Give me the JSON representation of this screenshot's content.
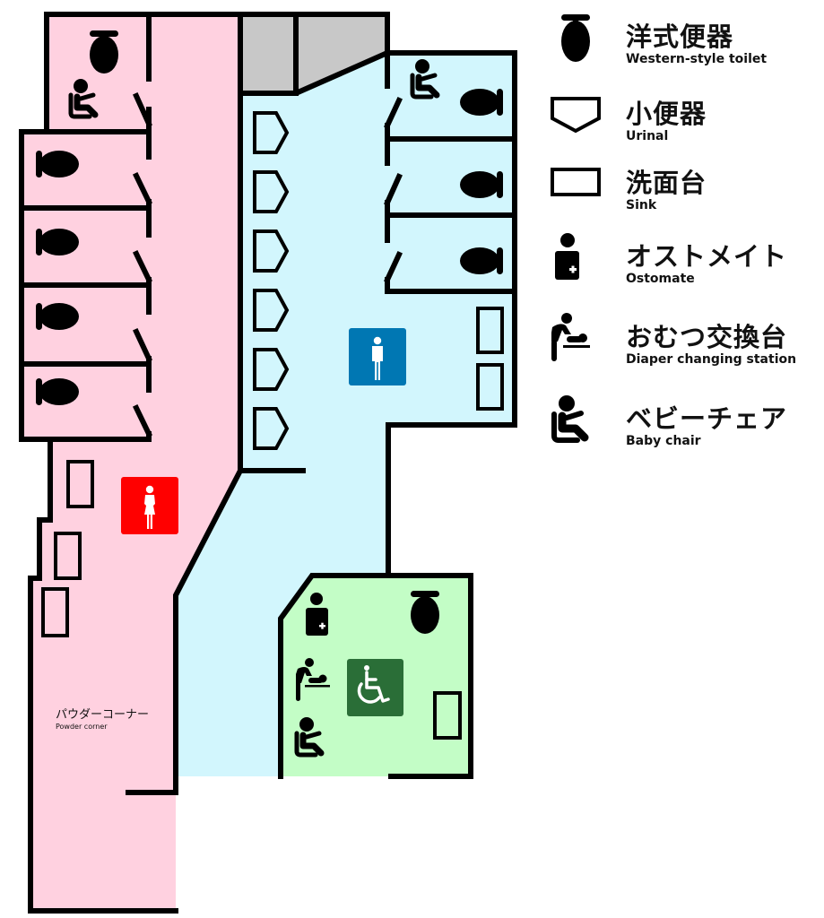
{
  "colors": {
    "womens_area": "#ffd1e0",
    "mens_area": "#d2f6fd",
    "accessible_area": "#c3fdc6",
    "storage_area": "#c8c8c8",
    "wall": "#000000",
    "womens_sign": "#ff0000",
    "mens_sign": "#0077b3",
    "accessible_sign": "#2a6e37"
  },
  "map": {
    "womens_restroom": {
      "sign": "female-sign",
      "stalls": 5,
      "sinks": 3,
      "baby_chairs": 1,
      "powder_corner": {
        "label_ja": "パウダーコーナー",
        "label_en": "Powder corner"
      }
    },
    "mens_restroom": {
      "sign": "male-sign",
      "urinals": 6,
      "stalls": 3,
      "sinks": 2,
      "baby_chairs": 1
    },
    "accessible_restroom": {
      "sign": "wheelchair-sign",
      "toilets": 1,
      "sinks": 1,
      "ostomate": 1,
      "diaper_changing_station": 1,
      "baby_chairs": 1
    }
  },
  "legend": {
    "items": [
      {
        "icon": "western-toilet-icon",
        "label_ja": "洋式便器",
        "label_en": "Western-style toilet"
      },
      {
        "icon": "urinal-icon",
        "label_ja": "小便器",
        "label_en": "Urinal"
      },
      {
        "icon": "sink-icon",
        "label_ja": "洗面台",
        "label_en": "Sink"
      },
      {
        "icon": "ostomate-icon",
        "label_ja": "オストメイト",
        "label_en": "Ostomate"
      },
      {
        "icon": "diaper-changing-icon",
        "label_ja": "おむつ交換台",
        "label_en": "Diaper changing station"
      },
      {
        "icon": "baby-chair-icon",
        "label_ja": "ベビーチェア",
        "label_en": "Baby chair"
      }
    ]
  }
}
